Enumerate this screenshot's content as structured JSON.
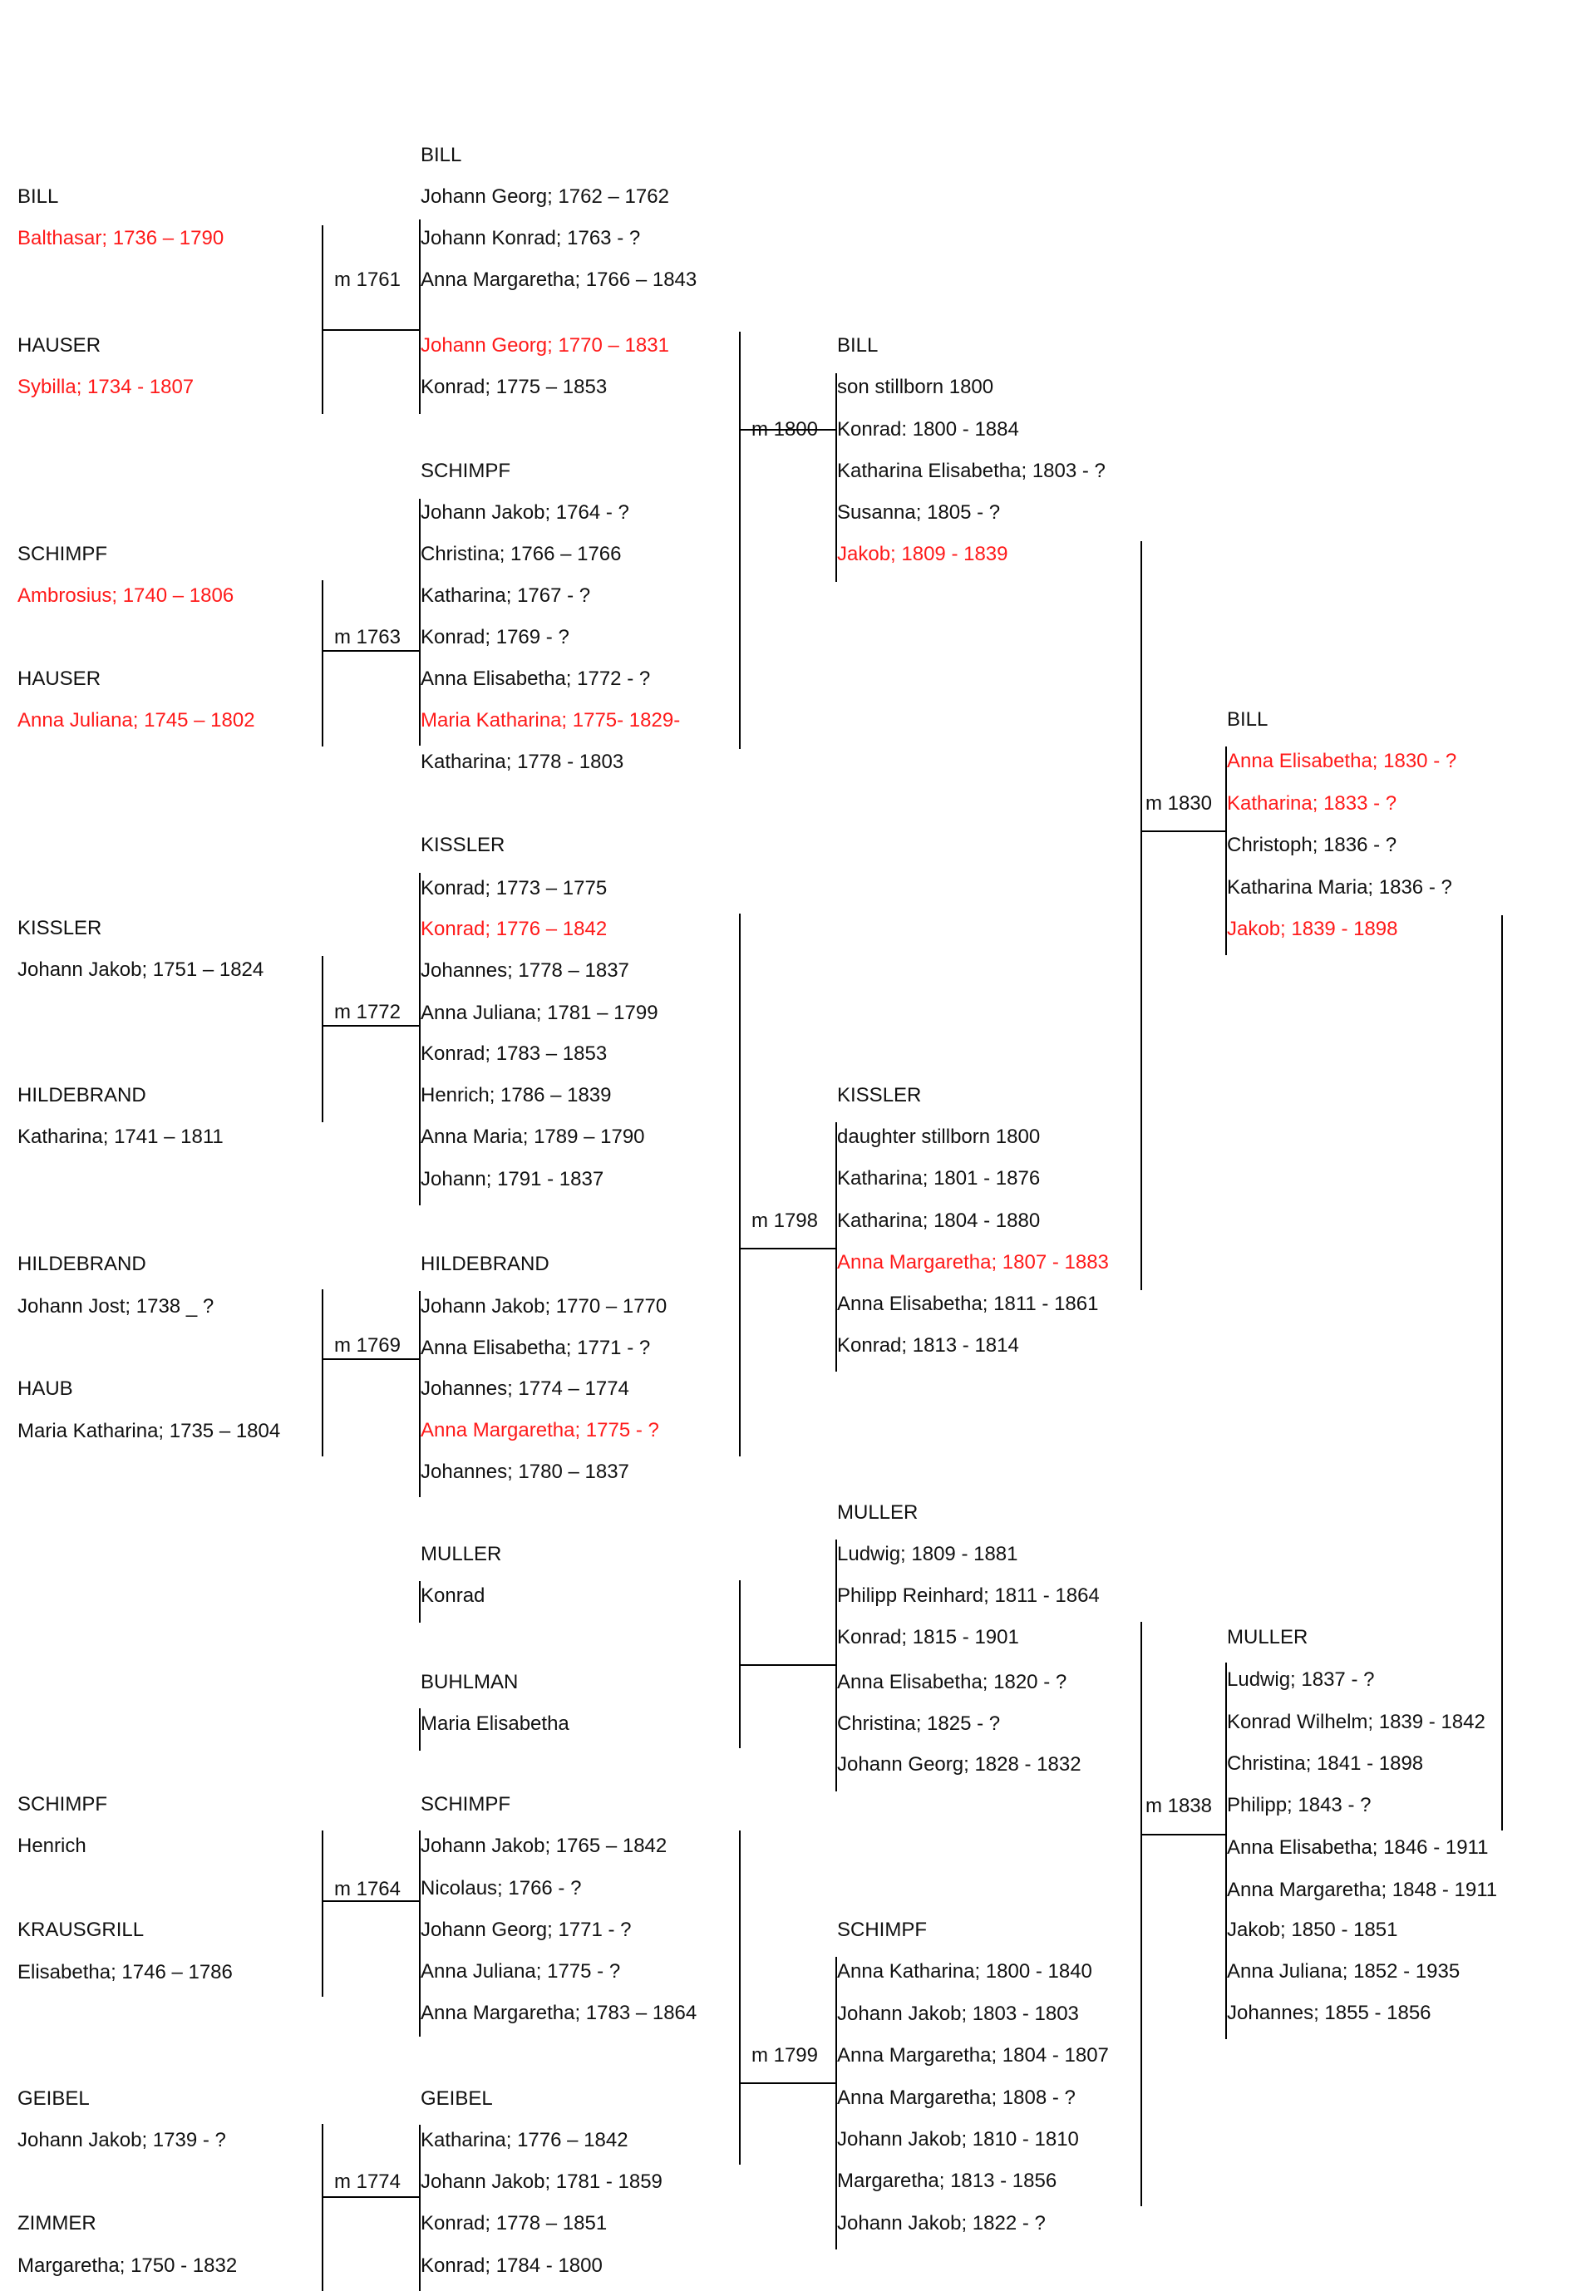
{
  "parents": [
    {
      "surname": "BILL",
      "name": "Balthasar; 1736 – 1790",
      "highlight": true
    },
    {
      "surname": "HAUSER",
      "name": "Sybilla; 1734 - 1807",
      "highlight": true
    },
    {
      "surname": "SCHIMPF",
      "name": "Ambrosius; 1740 – 1806",
      "highlight": true
    },
    {
      "surname": "HAUSER",
      "name": "Anna Juliana; 1745 – 1802",
      "highlight": true
    },
    {
      "surname": "KISSLER",
      "name": "Johann Jakob; 1751 – 1824",
      "highlight": false
    },
    {
      "surname": "HILDEBRAND",
      "name": "Katharina; 1741 – 1811",
      "highlight": false
    },
    {
      "surname": "HILDEBRAND",
      "name": "Johann Jost; 1738 _ ?",
      "highlight": false
    },
    {
      "surname": "HAUB",
      "name": "Maria Katharina; 1735 – 1804",
      "highlight": false
    },
    {
      "surname": "SCHIMPF",
      "name": "Henrich",
      "highlight": false
    },
    {
      "surname": "KRAUSGRILL",
      "name": "Elisabetha; 1746 – 1786",
      "highlight": false
    },
    {
      "surname": "GEIBEL",
      "name": "Johann Jakob; 1739 - ?",
      "highlight": false
    },
    {
      "surname": "ZIMMER",
      "name": "Margaretha; 1750 - 1832",
      "highlight": false
    }
  ],
  "marriages": {
    "col1": [
      "m 1761",
      "m 1763",
      "m 1772",
      "m 1769",
      "m 1764",
      "m 1774"
    ],
    "col2": [
      "m 1800",
      "m 1798",
      "",
      "m 1799"
    ],
    "col3": [
      "m 1830",
      "m 1838"
    ]
  },
  "families_col1": [
    {
      "surname": "BILL",
      "children": [
        {
          "text": "Johann Georg; 1762 – 1762",
          "highlight": false
        },
        {
          "text": "Johann Konrad; 1763 - ?",
          "highlight": false
        },
        {
          "text": "Anna Margaretha; 1766 – 1843",
          "highlight": false
        },
        {
          "text": "Johann Georg; 1770 – 1831",
          "highlight": true
        },
        {
          "text": "Konrad; 1775 – 1853",
          "highlight": false
        }
      ]
    },
    {
      "surname": "SCHIMPF",
      "children": [
        {
          "text": "Johann Jakob; 1764 - ?",
          "highlight": false
        },
        {
          "text": "Christina; 1766 – 1766",
          "highlight": false
        },
        {
          "text": "Katharina; 1767 - ?",
          "highlight": false
        },
        {
          "text": "Konrad; 1769 - ?",
          "highlight": false
        },
        {
          "text": "Anna Elisabetha; 1772 - ?",
          "highlight": false
        },
        {
          "text": "Maria Katharina; 1775- 1829-",
          "highlight": true
        },
        {
          "text": "Katharina; 1778 - 1803",
          "highlight": false
        }
      ]
    },
    {
      "surname": "KISSLER",
      "children": [
        {
          "text": "Konrad; 1773 – 1775",
          "highlight": false
        },
        {
          "text": "Konrad; 1776 – 1842",
          "highlight": true
        },
        {
          "text": "Johannes; 1778 – 1837",
          "highlight": false
        },
        {
          "text": "Anna Juliana; 1781 – 1799",
          "highlight": false
        },
        {
          "text": "Konrad; 1783 – 1853",
          "highlight": false
        },
        {
          "text": "Henrich; 1786 – 1839",
          "highlight": false
        },
        {
          "text": "Anna Maria; 1789 – 1790",
          "highlight": false
        },
        {
          "text": "Johann; 1791 - 1837",
          "highlight": false
        }
      ]
    },
    {
      "surname": "HILDEBRAND",
      "children": [
        {
          "text": "Johann Jakob; 1770 – 1770",
          "highlight": false
        },
        {
          "text": "Anna Elisabetha; 1771 - ?",
          "highlight": false
        },
        {
          "text": "Johannes; 1774 – 1774",
          "highlight": false
        },
        {
          "text": "Anna Margaretha; 1775 - ?",
          "highlight": true
        },
        {
          "text": "Johannes; 1780 – 1837",
          "highlight": false
        }
      ]
    },
    {
      "surname": "MULLER",
      "children": [
        {
          "text": "Konrad",
          "highlight": false
        }
      ]
    },
    {
      "surname": "BUHLMAN",
      "children": [
        {
          "text": "Maria Elisabetha",
          "highlight": false
        }
      ]
    },
    {
      "surname": "SCHIMPF",
      "children": [
        {
          "text": "Johann Jakob; 1765 – 1842",
          "highlight": false
        },
        {
          "text": "Nicolaus; 1766 - ?",
          "highlight": false
        },
        {
          "text": "Johann Georg; 1771 - ?",
          "highlight": false
        },
        {
          "text": "Anna Juliana; 1775 - ?",
          "highlight": false
        },
        {
          "text": "Anna Margaretha; 1783 – 1864",
          "highlight": false
        }
      ]
    },
    {
      "surname": "GEIBEL",
      "children": [
        {
          "text": "Katharina; 1776 – 1842",
          "highlight": false
        },
        {
          "text": "Johann Jakob; 1781 - 1859",
          "highlight": false
        },
        {
          "text": "Konrad; 1778 – 1851",
          "highlight": false
        },
        {
          "text": "Konrad; 1784 - 1800",
          "highlight": false
        }
      ]
    }
  ],
  "families_col2": [
    {
      "surname": "BILL",
      "children": [
        {
          "text": "son stillborn 1800",
          "highlight": false
        },
        {
          "text": "Konrad: 1800 - 1884",
          "highlight": false
        },
        {
          "text": "Katharina Elisabetha; 1803 - ?",
          "highlight": false
        },
        {
          "text": "Susanna; 1805 - ?",
          "highlight": false
        },
        {
          "text": "Jakob; 1809 - 1839",
          "highlight": true
        }
      ]
    },
    {
      "surname": "KISSLER",
      "children": [
        {
          "text": "daughter stillborn 1800",
          "highlight": false
        },
        {
          "text": "Katharina; 1801 - 1876",
          "highlight": false
        },
        {
          "text": "Katharina; 1804 - 1880",
          "highlight": false
        },
        {
          "text": "Anna Margaretha; 1807 - 1883",
          "highlight": true
        },
        {
          "text": "Anna Elisabetha; 1811 - 1861",
          "highlight": false
        },
        {
          "text": "Konrad; 1813 - 1814",
          "highlight": false
        }
      ]
    },
    {
      "surname": "MULLER",
      "children": [
        {
          "text": "Ludwig; 1809 - 1881",
          "highlight": false
        },
        {
          "text": "Philipp Reinhard; 1811 - 1864",
          "highlight": false
        },
        {
          "text": "Konrad; 1815 - 1901",
          "highlight": false
        },
        {
          "text": "Anna Elisabetha; 1820 - ?",
          "highlight": false
        },
        {
          "text": "Christina; 1825 - ?",
          "highlight": false
        },
        {
          "text": "Johann Georg; 1828 - 1832",
          "highlight": false
        }
      ]
    },
    {
      "surname": "SCHIMPF",
      "children": [
        {
          "text": "Anna Katharina; 1800 - 1840",
          "highlight": false
        },
        {
          "text": "Johann Jakob; 1803 - 1803",
          "highlight": false
        },
        {
          "text": "Anna Margaretha; 1804 - 1807",
          "highlight": false
        },
        {
          "text": "Anna Margaretha; 1808 - ?",
          "highlight": false
        },
        {
          "text": "Johann Jakob; 1810 - 1810",
          "highlight": false
        },
        {
          "text": "Margaretha; 1813 - 1856",
          "highlight": false
        },
        {
          "text": "Johann Jakob; 1822 - ?",
          "highlight": false
        }
      ]
    }
  ],
  "families_col3": [
    {
      "surname": "BILL",
      "children": [
        {
          "text": "Anna Elisabetha; 1830 - ?",
          "highlight": true
        },
        {
          "text": "Katharina; 1833 - ?",
          "highlight": true
        },
        {
          "text": "Christoph; 1836 - ?",
          "highlight": false
        },
        {
          "text": "Katharina Maria; 1836 - ?",
          "highlight": false
        },
        {
          "text": "Jakob; 1839 - 1898",
          "highlight": true
        }
      ]
    },
    {
      "surname": "MULLER",
      "children": [
        {
          "text": "Ludwig; 1837 - ?",
          "highlight": false
        },
        {
          "text": "Konrad Wilhelm; 1839 - 1842",
          "highlight": false
        },
        {
          "text": "Christina; 1841 - 1898",
          "highlight": false
        },
        {
          "text": "Philipp; 1843 - ?",
          "highlight": false
        },
        {
          "text": "Anna Elisabetha; 1846 - 1911",
          "highlight": false
        },
        {
          "text": "Anna Margaretha; 1848 - 1911",
          "highlight": false
        },
        {
          "text": "Jakob; 1850 - 1851",
          "highlight": false
        },
        {
          "text": "Anna Juliana; 1852 - 1935",
          "highlight": false
        },
        {
          "text": "Johannes; 1855 - 1856",
          "highlight": false
        }
      ]
    }
  ],
  "colors": {
    "text": "#111111",
    "highlight": "#ff1a1a",
    "line": "#000000"
  }
}
